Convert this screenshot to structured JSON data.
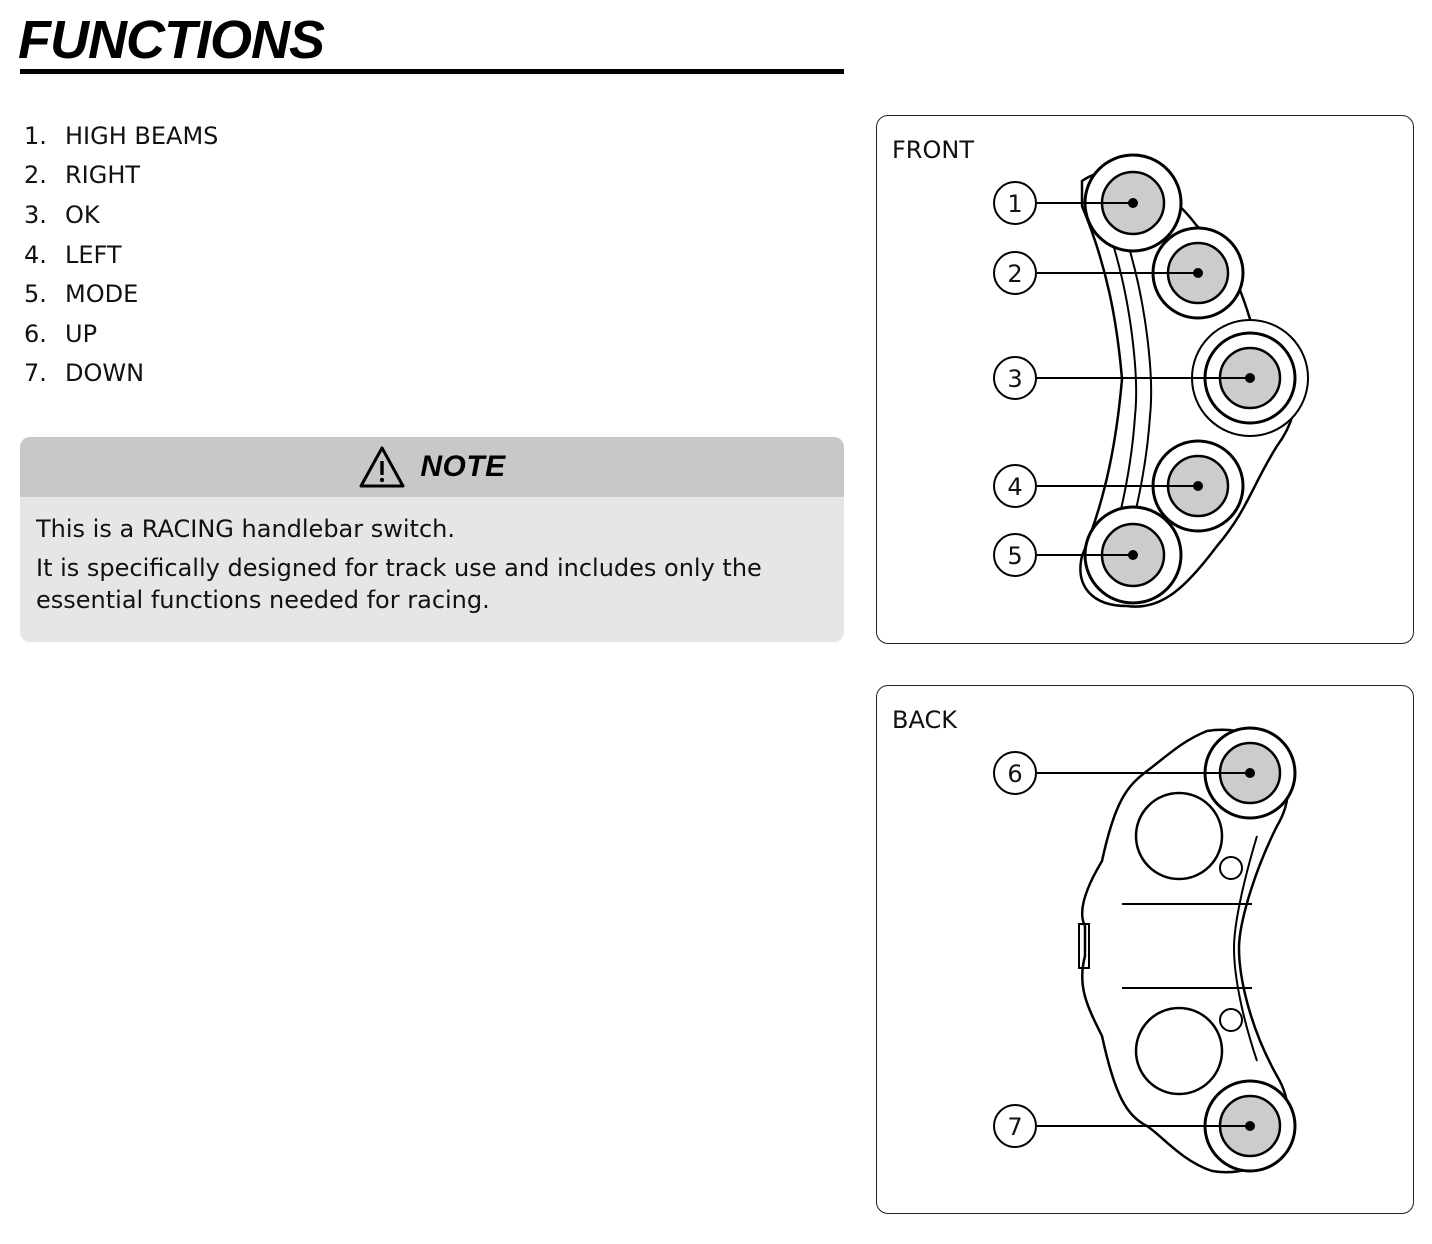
{
  "page": {
    "title": "FUNCTIONS"
  },
  "functions": [
    {
      "number": "1.",
      "label": "HIGH BEAMS"
    },
    {
      "number": "2.",
      "label": "RIGHT"
    },
    {
      "number": "3.",
      "label": "OK"
    },
    {
      "number": "4.",
      "label": "LEFT"
    },
    {
      "number": "5.",
      "label": "MODE"
    },
    {
      "number": "6.",
      "label": "UP"
    },
    {
      "number": "7.",
      "label": "DOWN"
    }
  ],
  "note": {
    "icon": "warning-triangle-icon",
    "title": "NOTE",
    "lines": [
      "This is a RACING handlebar switch.",
      "It is specifically designed for track use and includes only the essential functions needed for racing."
    ]
  },
  "diagrams": {
    "front": {
      "label": "FRONT",
      "callouts": [
        "1",
        "2",
        "3",
        "4",
        "5"
      ]
    },
    "back": {
      "label": "BACK",
      "callouts": [
        "6",
        "7"
      ]
    }
  },
  "colors": {
    "button_fill": "#cccccc",
    "note_header": "#c8c8c8",
    "note_body": "#e6e6e6"
  }
}
